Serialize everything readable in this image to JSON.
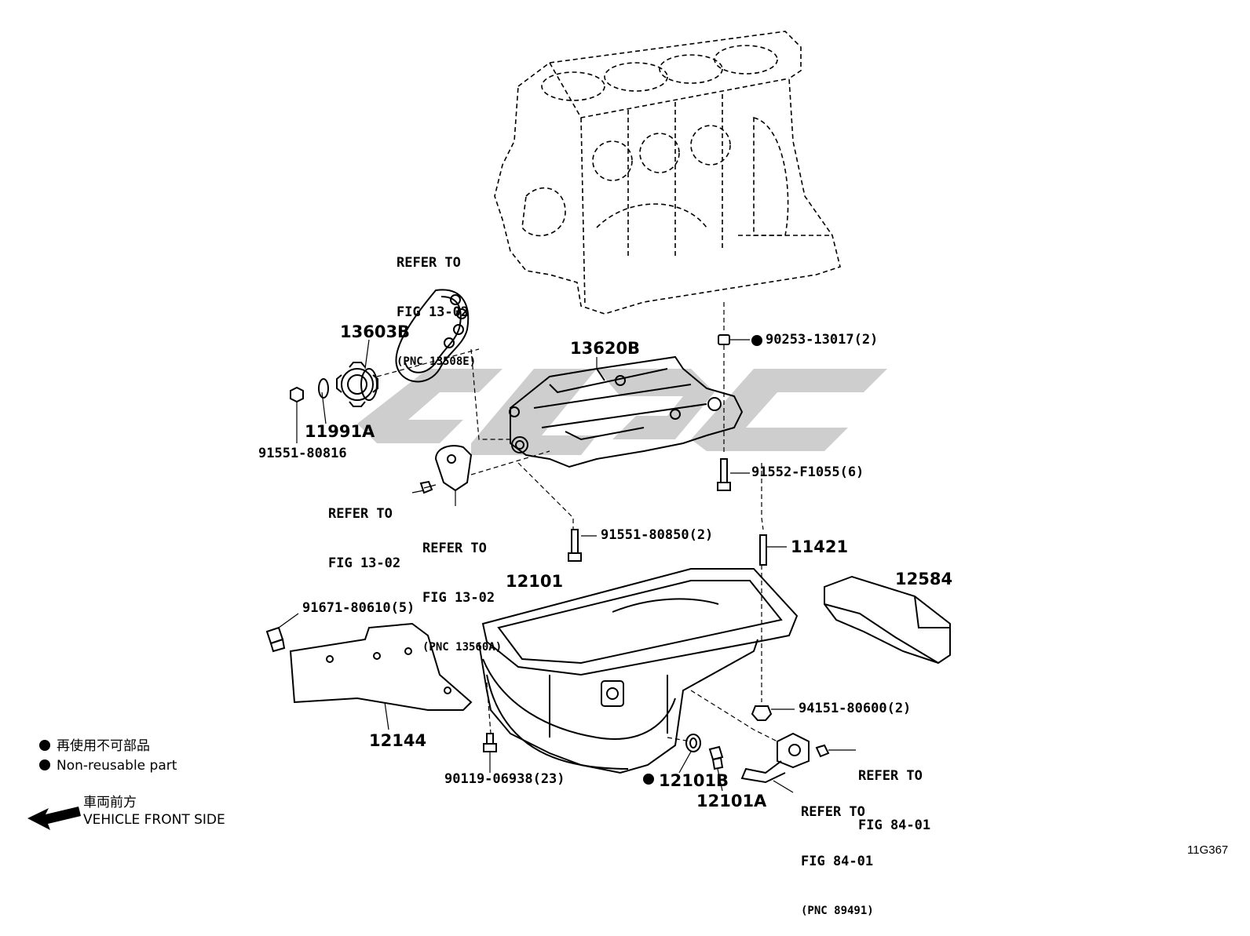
{
  "parts": {
    "p13603B": "13603B",
    "p13620B": "13620B",
    "p11991A": "11991A",
    "p91551_80816": "91551-80816",
    "p90253": "90253-13017(2)",
    "p91552": "91552-F1055(6)",
    "p91551_80850": "91551-80850(2)",
    "p11421": "11421",
    "p12101": "12101",
    "p12584": "12584",
    "p91671": "91671-80610(5)",
    "p12144": "12144",
    "p94151": "94151-80600(2)",
    "p90119": "90119-06938(23)",
    "p12101B": "12101B",
    "p12101A": "12101A"
  },
  "refs": {
    "chain": {
      "l1": "REFER TO",
      "l2": "FIG 13-02",
      "l3": "(PNC 13508E)"
    },
    "tensioner_bolt": {
      "l1": "REFER TO",
      "l2": "FIG 13-02"
    },
    "tensioner": {
      "l1": "REFER TO",
      "l2": "FIG 13-02",
      "l3": "(PNC 13560A)"
    },
    "sensor_bolt": {
      "l1": "REFER TO",
      "l2": "FIG 84-01"
    },
    "sensor": {
      "l1": "REFER TO",
      "l2": "FIG 84-01",
      "l3": "(PNC 89491)"
    }
  },
  "legend": {
    "line1_jp": "再使用不可部品",
    "line2_en": "Non-reusable part",
    "front_jp": "車両前方",
    "front_en": "VEHICLE FRONT SIDE"
  },
  "figure_id": "11G367",
  "watermark_color": "#c9c9c9"
}
